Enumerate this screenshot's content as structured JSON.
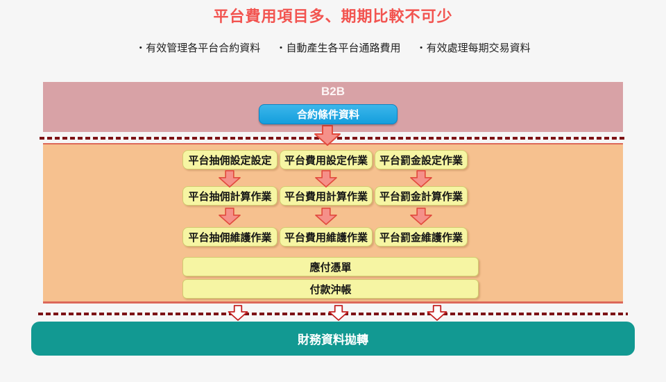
{
  "header": {
    "title": "平台費用項目多、期期比較不可少",
    "bullets": [
      "・有效管理各平台合約資料",
      "・自動產生各平台通路費用",
      "・有效處理每期交易資料"
    ]
  },
  "banner": {
    "title": "B2B",
    "button_label": "合約條件資料"
  },
  "panel": {
    "rows": [
      [
        "平台抽佣設定設定",
        "平台費用設定作業",
        "平台罰金設定作業"
      ],
      [
        "平台抽佣計算作業",
        "平台費用計算作業",
        "平台罰金計算作業"
      ],
      [
        "平台抽佣維護作業",
        "平台費用維護作業",
        "平台罰金維護作業"
      ]
    ],
    "bars": [
      "應付憑單",
      "付款沖帳"
    ]
  },
  "footer": {
    "label": "財務資料拋轉"
  },
  "colors": {
    "title_red": "#f25450",
    "banner_pink": "#d8a2a6",
    "button_blue": "#1ba6e2",
    "panel_orange": "#f6c18f",
    "panel_border": "#dc685a",
    "box_yellow": "#f6f5a3",
    "dash_red": "#7c1215",
    "arrow_pink_fill": "#f59089",
    "arrow_red_stroke": "#e14b3e",
    "arrow_white_fill": "#ffffff",
    "footer_teal": "#129992"
  }
}
